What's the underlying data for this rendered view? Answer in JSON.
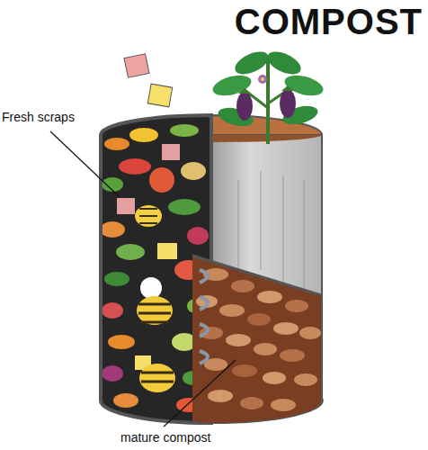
{
  "diagram": {
    "title": "COMPOST",
    "labels": [
      "Fresh scraps",
      "mature compost"
    ]
  }
}
